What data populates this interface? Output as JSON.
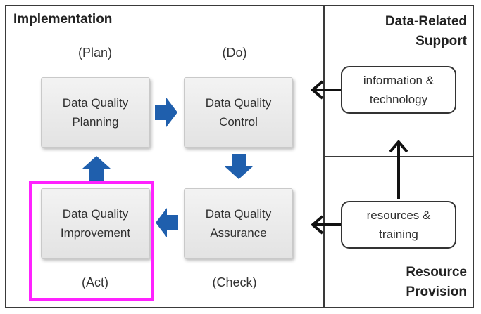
{
  "implementation": {
    "title": "Implementation",
    "phases": {
      "plan": "(Plan)",
      "do": "(Do)",
      "act": "(Act)",
      "check": "(Check)"
    },
    "boxes": {
      "planning": [
        "Data Quality",
        "Planning"
      ],
      "control": [
        "Data Quality",
        "Control"
      ],
      "improvement": [
        "Data Quality",
        "Improvement"
      ],
      "assurance": [
        "Data Quality",
        "Assurance"
      ]
    }
  },
  "support": {
    "title_line1": "Data-Related",
    "title_line2": "Support",
    "item": [
      "information &",
      "technology"
    ]
  },
  "provision": {
    "title_line1": "Resource",
    "title_line2": "Provision",
    "item": [
      "resources &",
      "training"
    ]
  },
  "colors": {
    "arrow_blue": "#1f5fad",
    "highlight": "#ff22ff",
    "border": "#3a3a3a"
  }
}
